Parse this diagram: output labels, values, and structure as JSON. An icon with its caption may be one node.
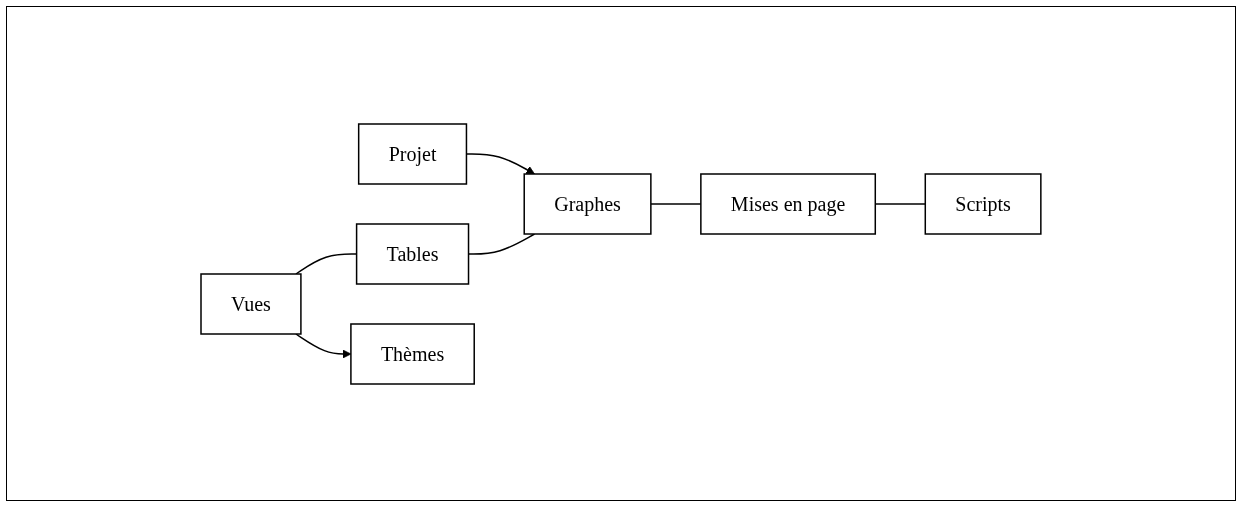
{
  "diagram": {
    "nodes": [
      {
        "text": [
          "Projet"
        ]
      },
      {
        "text": [
          "Vues"
        ]
      },
      {
        "text": [
          "Tables"
        ]
      },
      {
        "text": [
          "Graphes"
        ]
      },
      {
        "text": [
          "Mises en page"
        ]
      },
      {
        "text": [
          "Scripts"
        ]
      },
      {
        "text": [
          "Thèmes"
        ]
      }
    ],
    "edges": [
      {
        "from": 0,
        "to": 3,
        "arrow": "to"
      },
      {
        "from": 1,
        "to": 2,
        "arrow": "none"
      },
      {
        "from": 2,
        "to": 3,
        "arrow": "none"
      },
      {
        "from": 3,
        "to": 4,
        "arrow": "none"
      },
      {
        "from": 4,
        "to": 5,
        "arrow": "none"
      },
      {
        "from": 1,
        "to": 6,
        "arrow": "to"
      }
    ]
  }
}
